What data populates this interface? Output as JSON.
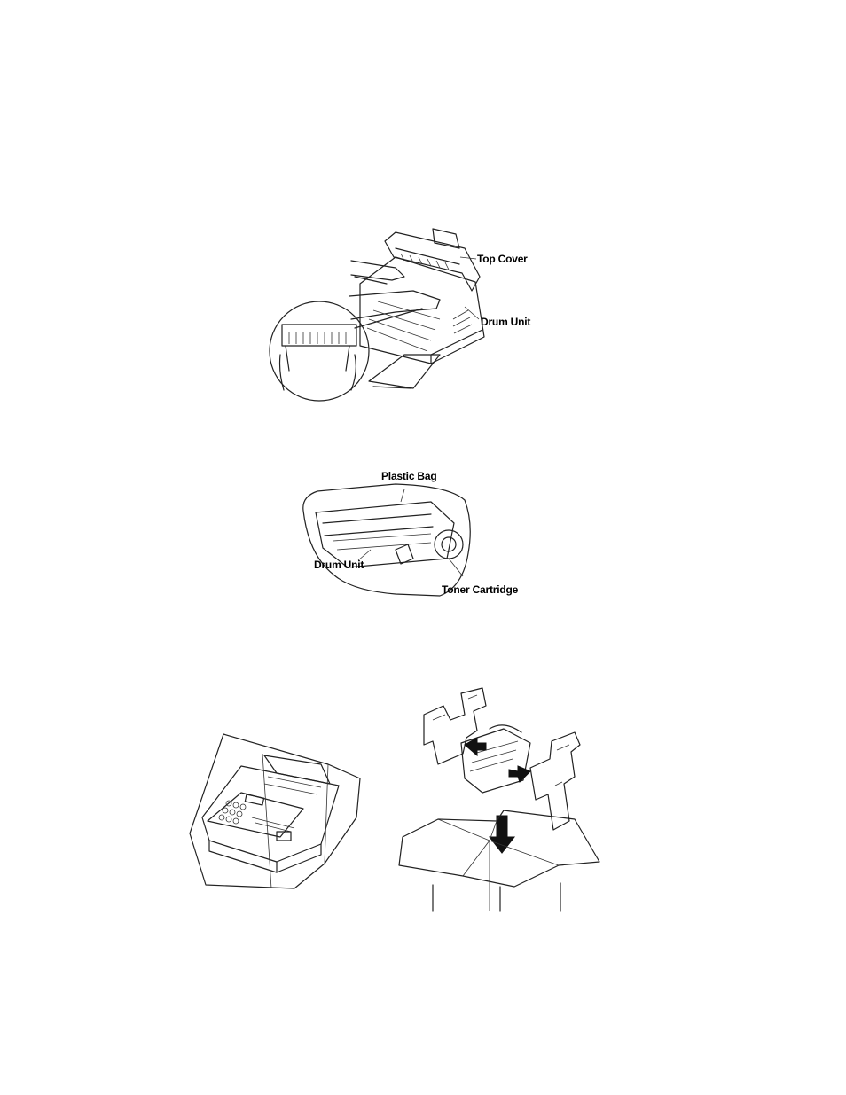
{
  "figure1": {
    "labels": {
      "top_cover": "Top Cover",
      "drum_unit": "Drum Unit"
    }
  },
  "figure2": {
    "labels": {
      "plastic_bag": "Plastic Bag",
      "drum_unit": "Drum Unit",
      "toner_cartridge": "Toner Cartridge"
    }
  },
  "figure3": {},
  "figure4": {}
}
